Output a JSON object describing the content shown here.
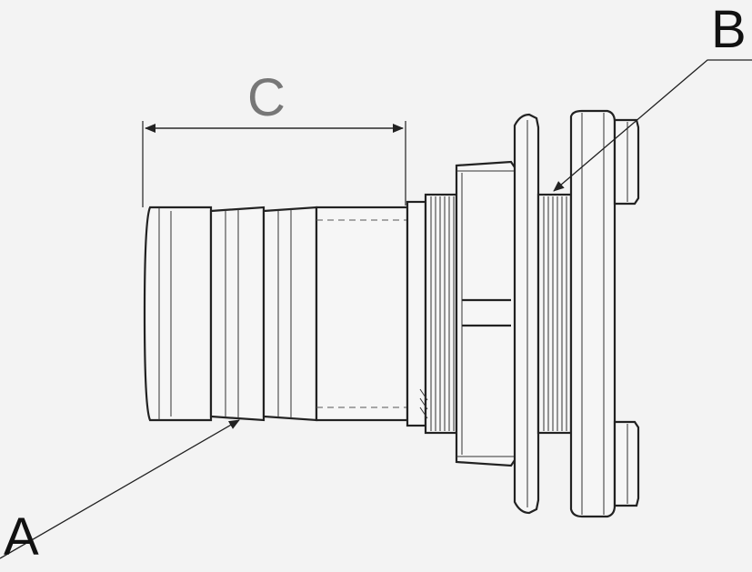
{
  "diagram": {
    "labels": {
      "a": "A",
      "b": "B",
      "c": "C"
    },
    "colors": {
      "background": "#f3f3f3",
      "line": "#222222",
      "label_a": "#111111",
      "label_b": "#111111",
      "label_c": "#777777"
    }
  }
}
